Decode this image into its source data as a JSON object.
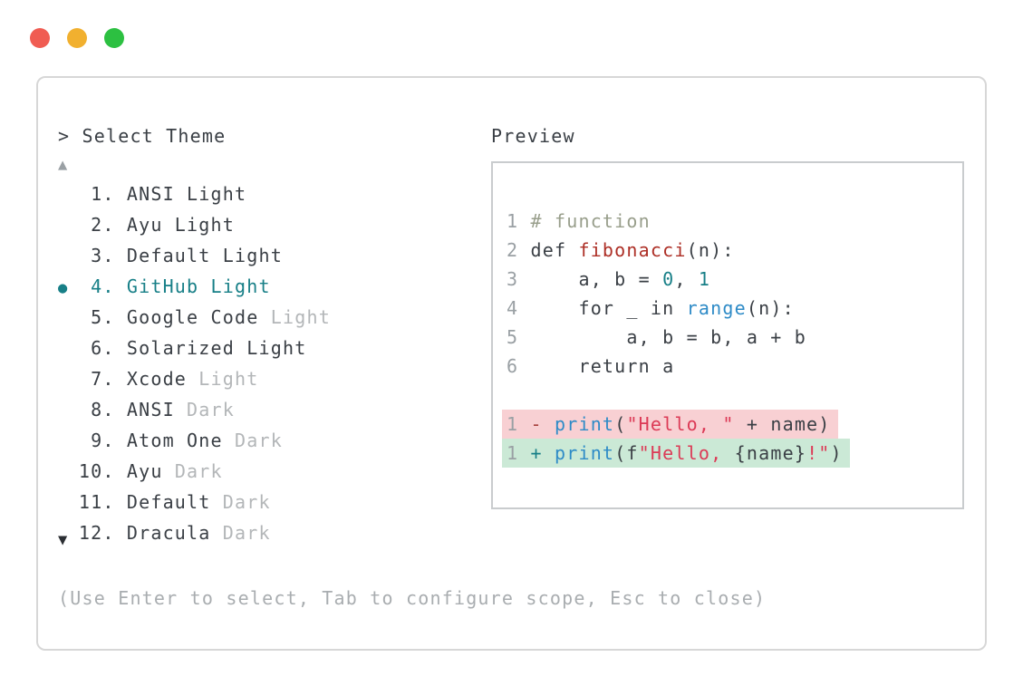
{
  "palette": {
    "ink": "#3a3f45",
    "muted": "#b3b6b8",
    "gray": "#9aa0a4",
    "hint": "#a9adb0",
    "teal": "#177f87",
    "blue": "#2e8bc7",
    "brick": "#ad2f26",
    "crimson": "#dc3a56",
    "comment": "#989e8b",
    "diff_del_bg": "#f8d0d3",
    "diff_add_bg": "#cbe9d6",
    "panel_border": "#d7d7d7",
    "preview_border": "#c9ccce",
    "dot_red": "#f05c52",
    "dot_yellow": "#f1b02f",
    "dot_green": "#2cc041"
  },
  "window": {
    "controls": [
      {
        "name": "close",
        "color": "#f05c52"
      },
      {
        "name": "minimize",
        "color": "#f1b02f"
      },
      {
        "name": "zoom",
        "color": "#2cc041"
      }
    ]
  },
  "picker": {
    "title": "> Select Theme",
    "scroll_up_indicator": "▲",
    "scroll_down_indicator": "▼",
    "selected_marker": "●",
    "items": [
      {
        "number": " 1. ",
        "name": "ANSI Light",
        "muted": "",
        "selected": false
      },
      {
        "number": " 2. ",
        "name": "Ayu Light",
        "muted": "",
        "selected": false
      },
      {
        "number": " 3. ",
        "name": "Default Light",
        "muted": "",
        "selected": false
      },
      {
        "number": " 4. ",
        "name": "GitHub Light",
        "muted": "",
        "selected": true
      },
      {
        "number": " 5. ",
        "name": "Google Code",
        "muted": " Light",
        "selected": false
      },
      {
        "number": " 6. ",
        "name": "Solarized Light",
        "muted": "",
        "selected": false
      },
      {
        "number": " 7. ",
        "name": "Xcode",
        "muted": " Light",
        "selected": false
      },
      {
        "number": " 8. ",
        "name": "ANSI",
        "muted": " Dark",
        "selected": false
      },
      {
        "number": " 9. ",
        "name": "Atom One",
        "muted": " Dark",
        "selected": false
      },
      {
        "number": "10. ",
        "name": "Ayu",
        "muted": " Dark",
        "selected": false
      },
      {
        "number": "11. ",
        "name": "Default",
        "muted": " Dark",
        "selected": false
      },
      {
        "number": "12. ",
        "name": "Dracula",
        "muted": " Dark",
        "selected": false
      }
    ],
    "hint": "(Use Enter to select, Tab to configure scope, Esc to close)"
  },
  "preview": {
    "title": "Preview",
    "lines": [
      {
        "tokens": [
          {
            "t": "1 ",
            "c": "ln"
          },
          {
            "t": "# function",
            "c": "comment"
          }
        ]
      },
      {
        "tokens": [
          {
            "t": "2 ",
            "c": "ln"
          },
          {
            "t": "def ",
            "c": "plain"
          },
          {
            "t": "fibonacci",
            "c": "defname"
          },
          {
            "t": "(n):",
            "c": "plain"
          }
        ]
      },
      {
        "tokens": [
          {
            "t": "3 ",
            "c": "ln"
          },
          {
            "t": "    a, b = ",
            "c": "plain"
          },
          {
            "t": "0",
            "c": "num"
          },
          {
            "t": ", ",
            "c": "plain"
          },
          {
            "t": "1",
            "c": "num"
          }
        ]
      },
      {
        "tokens": [
          {
            "t": "4 ",
            "c": "ln"
          },
          {
            "t": "    for _ in ",
            "c": "plain"
          },
          {
            "t": "range",
            "c": "call"
          },
          {
            "t": "(n):",
            "c": "plain"
          }
        ]
      },
      {
        "tokens": [
          {
            "t": "5 ",
            "c": "ln"
          },
          {
            "t": "        a, b = b, a + b",
            "c": "plain"
          }
        ]
      },
      {
        "tokens": [
          {
            "t": "6 ",
            "c": "ln"
          },
          {
            "t": "    return a",
            "c": "plain"
          }
        ]
      },
      {
        "tokens": []
      },
      {
        "bg": "del",
        "tokens": [
          {
            "t": "1 ",
            "c": "ln"
          },
          {
            "t": "- ",
            "c": "del"
          },
          {
            "t": "print",
            "c": "call"
          },
          {
            "t": "(",
            "c": "plain"
          },
          {
            "t": "\"Hello, \"",
            "c": "str"
          },
          {
            "t": " + name)",
            "c": "plain"
          }
        ]
      },
      {
        "bg": "add",
        "tokens": [
          {
            "t": "1 ",
            "c": "ln"
          },
          {
            "t": "+ ",
            "c": "add"
          },
          {
            "t": "print",
            "c": "call"
          },
          {
            "t": "(f",
            "c": "plain"
          },
          {
            "t": "\"Hello, ",
            "c": "str"
          },
          {
            "t": "{name}",
            "c": "plain"
          },
          {
            "t": "!\"",
            "c": "str"
          },
          {
            "t": ")",
            "c": "plain"
          }
        ]
      }
    ]
  }
}
